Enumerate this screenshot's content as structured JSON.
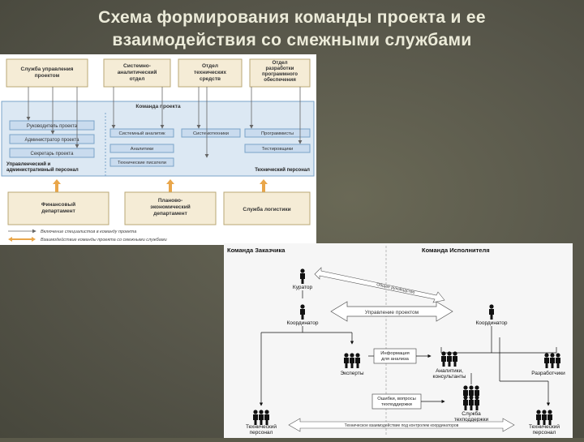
{
  "title_line1": "Схема формирования команды проекта и ее",
  "title_line2": "взаимодействия со смежными службами",
  "d1": {
    "top_boxes": [
      [
        "Служба управления",
        "проектом"
      ],
      [
        "Системно-",
        "аналитический",
        "отдел"
      ],
      [
        "Отдел",
        "технических",
        "средств"
      ],
      [
        "Отдел",
        "разработки",
        "программного",
        "обеспечения"
      ]
    ],
    "team_label": "Команда проекта",
    "left_roles": [
      "Руководитель проекта",
      "Администратор проекта",
      "Секретарь проекта"
    ],
    "admin_staff": [
      "Управленческий и",
      "административный персонал"
    ],
    "mid_roles": [
      "Системный аналитик",
      "Аналитики",
      "Технические писатели"
    ],
    "sys_role": "Системотехники",
    "right_roles": [
      "Программисты",
      "Тестировщики"
    ],
    "tech_staff": "Технический персонал",
    "bottom_boxes": [
      [
        "Финансовый",
        "департамент"
      ],
      [
        "Планово-",
        "экономический",
        "департамент"
      ],
      [
        "Служба логистики"
      ]
    ],
    "legend": [
      "Включение специалистов в команду проекта",
      "Взаимодействие команды проекта со смежными службами"
    ]
  },
  "d2": {
    "customer_team": "Команда Заказчика",
    "contractor_team": "Команда Исполнителя",
    "curator": "Куратор",
    "coordinator_left": "Координатор",
    "coordinator_right": "Координатор",
    "arrow_top": "Общее руководство",
    "arrow_mid": "Управление проектом",
    "info_box": [
      "Информация",
      "для анализа"
    ],
    "errors_box": [
      "Ошибки, вопросы",
      "техподдержки"
    ],
    "expert": "Эксперты",
    "analysts": [
      "Аналитики,",
      "консультанты"
    ],
    "developers": "Разработчики",
    "support": [
      "Служба",
      "техподдержки"
    ],
    "tech_left": [
      "Технический",
      "персонал"
    ],
    "tech_right": [
      "Технический",
      "персонал"
    ],
    "bottom_arrow": "Техническое взаимодействие под контролем координаторов"
  }
}
